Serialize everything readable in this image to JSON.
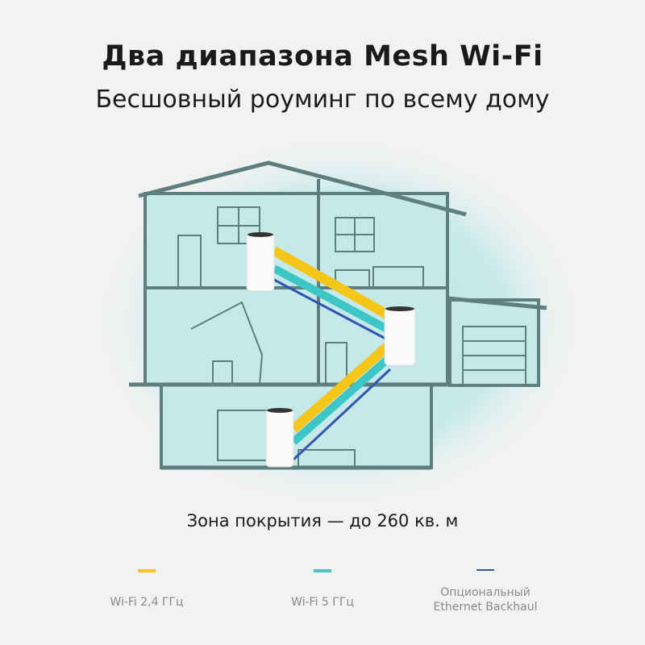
{
  "header": {
    "title": "Два диапазона Mesh Wi-Fi",
    "subtitle": "Бесшовный роуминг по всему дому"
  },
  "coverage": "Зона покрытия — до 260 кв. м",
  "colors": {
    "wifi24": "#f5c518",
    "wifi5": "#3ec6c6",
    "ethernet": "#2f56b0",
    "house_line": "#5b7b7b",
    "house_fill": "#b9e3e3"
  },
  "legend": [
    {
      "label": "Wi-Fi 2,4 ГГц",
      "color": "#f5c518"
    },
    {
      "label": "Wi-Fi 5 ГГц",
      "color": "#4cc4c4"
    },
    {
      "label_line1": "Опциональный",
      "label_line2": "Ethernet Backhaul",
      "color": "#3b5a9a"
    }
  ]
}
